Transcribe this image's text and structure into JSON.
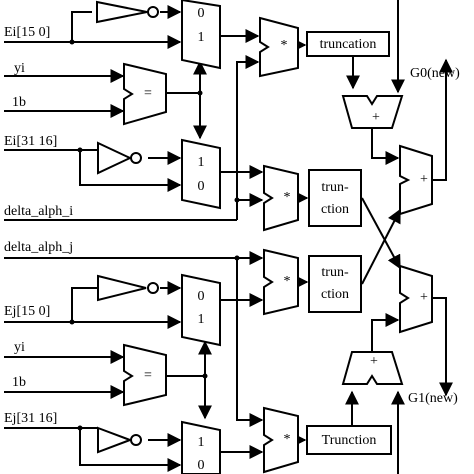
{
  "inputs": {
    "ei_low": "Ei[15 0]",
    "yi_top": "yi",
    "one_b_top": "1b",
    "ei_high": "Ei[31 16]",
    "delta_alph_i": "delta_alph_i",
    "delta_alph_j": "delta_alph_j",
    "ej_low": "Ej[15 0]",
    "yi_bottom": "yi",
    "one_b_bottom": "1b",
    "ej_high": "Ej[31 16]"
  },
  "outputs": {
    "g0": "G0(new)",
    "g1": "G1(new)"
  },
  "mux_labels": {
    "mux1_top": "0",
    "mux1_bottom": "1",
    "mux2_top": "1",
    "mux2_bottom": "0",
    "mux3_top": "0",
    "mux3_bottom": "1",
    "mux4_top": "1",
    "mux4_bottom": "0"
  },
  "operators": {
    "mult": "*",
    "add": "+",
    "equal": "="
  },
  "blocks": {
    "trunc1": "truncation",
    "trunc2_line1": "trun-",
    "trunc2_line2": "ction",
    "trunc3_line1": "trun-",
    "trunc3_line2": "ction",
    "trunc4": "Trunction"
  }
}
